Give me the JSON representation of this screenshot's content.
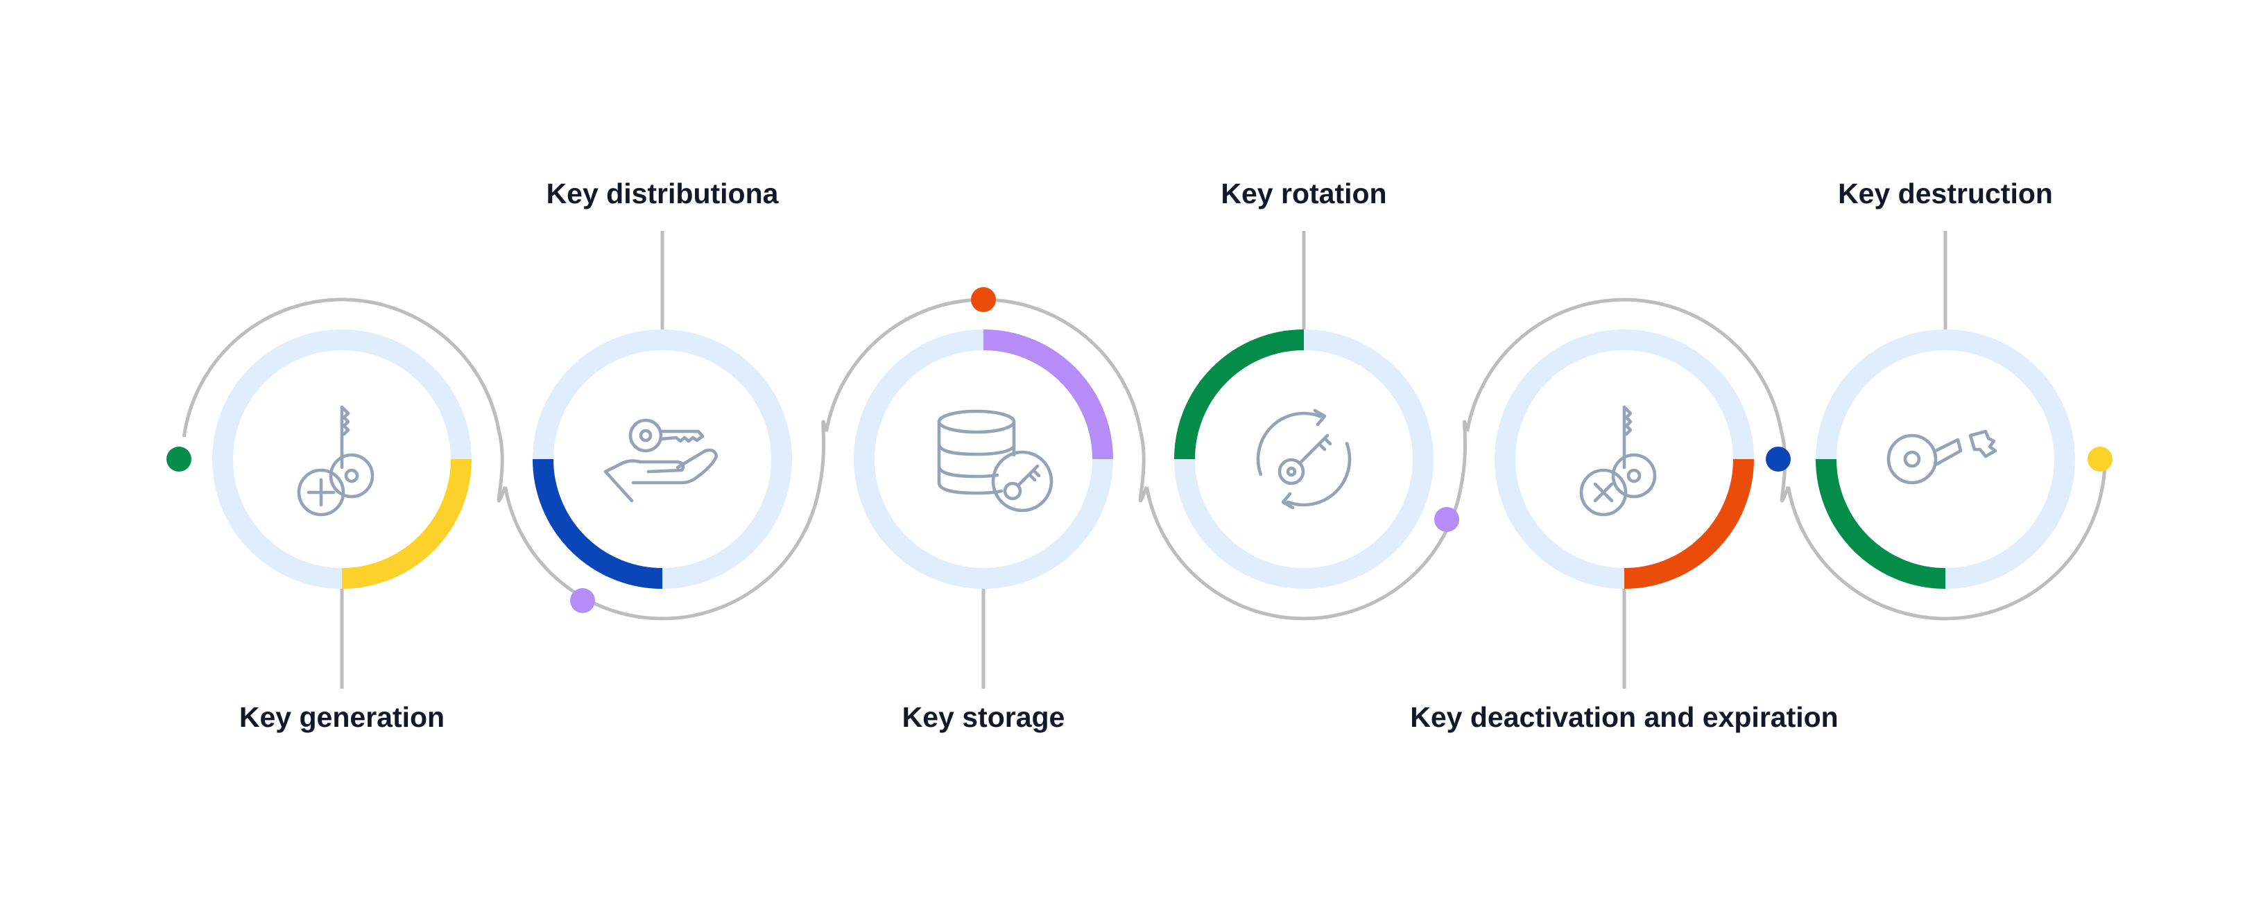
{
  "stages": [
    {
      "label": "Key generation",
      "icon": "key-add-icon",
      "accent": "#FCD12A",
      "arc_start_deg": 0,
      "arc_sweep_deg": 90,
      "label_side": "bottom"
    },
    {
      "label": "Key distributiona",
      "icon": "hand-key-icon",
      "accent": "#0B46B8",
      "arc_start_deg": 90,
      "arc_sweep_deg": 90,
      "label_side": "top"
    },
    {
      "label": "Key storage",
      "icon": "database-key-icon",
      "accent": "#B68CF7",
      "arc_start_deg": 270,
      "arc_sweep_deg": 90,
      "label_side": "bottom"
    },
    {
      "label": "Key rotation",
      "icon": "key-rotation-icon",
      "accent": "#038C4A",
      "arc_start_deg": 180,
      "arc_sweep_deg": 90,
      "label_side": "top"
    },
    {
      "label": "Key deactivation and expiration",
      "icon": "key-remove-icon",
      "accent": "#EA4C0A",
      "arc_start_deg": 0,
      "arc_sweep_deg": 90,
      "label_side": "bottom"
    },
    {
      "label": "Key destruction",
      "icon": "broken-key-icon",
      "accent": "#038C4A",
      "arc_start_deg": 90,
      "arc_sweep_deg": 90,
      "label_side": "top"
    }
  ],
  "connector_dots": [
    {
      "color": "#038C4A"
    },
    {
      "color": "#B68CF7"
    },
    {
      "color": "#EA4C0A"
    },
    {
      "color": "#B68CF7"
    },
    {
      "color": "#0B46B8"
    },
    {
      "color": "#FCD12A"
    }
  ],
  "colors": {
    "ring": "#E0EDFC",
    "connector": "#BDBDBD",
    "icon": "#94A3B8",
    "text": "#111827"
  }
}
